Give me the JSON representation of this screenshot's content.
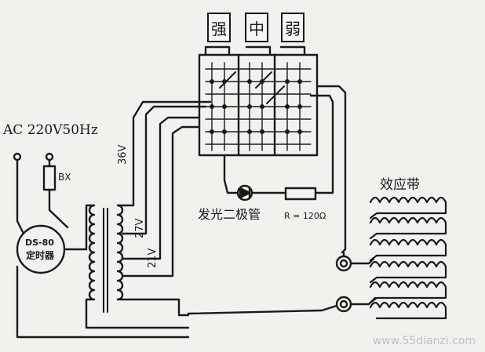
{
  "power_label": "AC 220V50Hz",
  "fuse_label": "BX",
  "timer_label_line1": "DS-80",
  "timer_label_line2": "定时器",
  "tap_36v": "36V",
  "tap_27v": "27V",
  "tap_21v": "21V",
  "switch_strong": "强",
  "switch_medium": "中",
  "switch_weak": "弱",
  "led_label": "发光二极管",
  "resistor_label": "R = 120Ω",
  "belt_label": "效应带",
  "watermark": "www.55dianzi.com",
  "colors": {
    "ink": "#1a1a1a",
    "paper": "#f3f1ee",
    "watermark": "#c0c0c0"
  }
}
